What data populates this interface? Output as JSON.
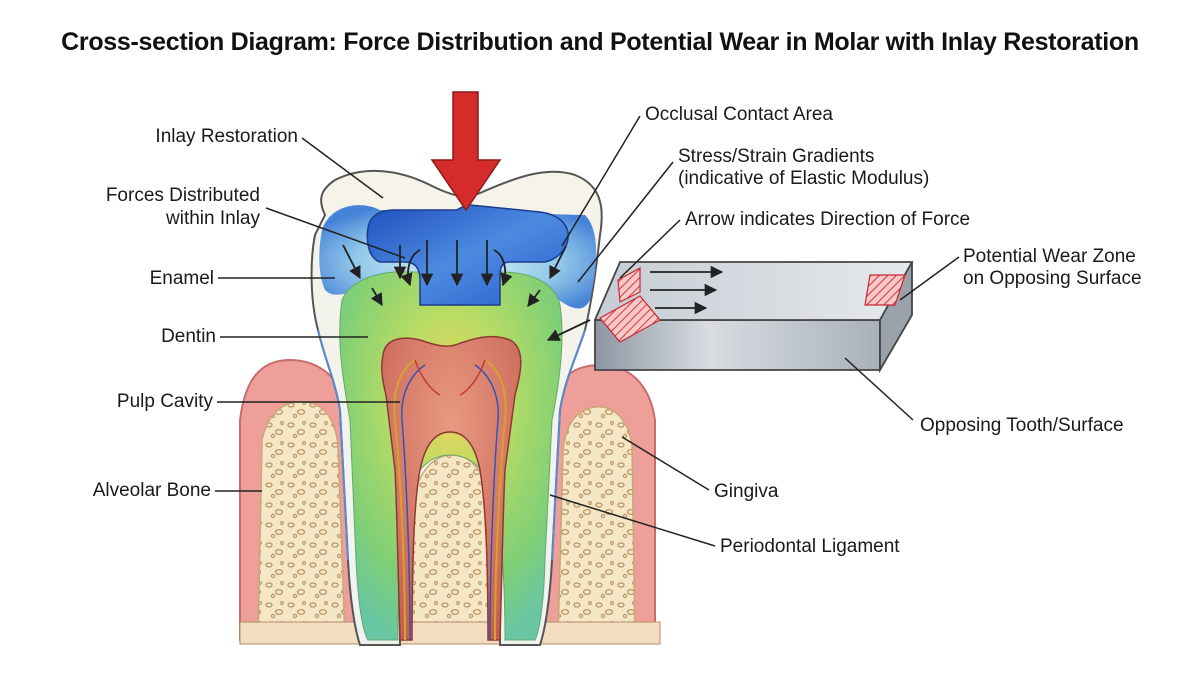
{
  "title": "Cross-section Diagram: Force Distribution and Potential Wear in Molar with Inlay Restoration",
  "labels": {
    "inlay_restoration": "Inlay Restoration",
    "forces_distributed_1": "Forces Distributed",
    "forces_distributed_2": "within Inlay",
    "enamel": "Enamel",
    "dentin": "Dentin",
    "pulp_cavity": "Pulp Cavity",
    "alveolar_bone": "Alveolar Bone",
    "occlusal_contact_area": "Occlusal Contact Area",
    "stress_strain_1": "Stress/Strain Gradients",
    "stress_strain_2": "(indicative of Elastic Modulus)",
    "arrow_direction": "Arrow indicates Direction of Force",
    "wear_zone_1": "Potential Wear Zone",
    "wear_zone_2": "on Opposing Surface",
    "opposing_tooth": "Opposing Tooth/Surface",
    "gingiva": "Gingiva",
    "periodontal_ligament": "Periodontal Ligament"
  },
  "colors": {
    "force_arrow": "#d62b2b",
    "inlay": "#2f63c9",
    "enamel": "#f4f1e6",
    "dentin": "#9ad46b",
    "pulp": "#cf6b5c",
    "gingiva": "#ee9a96",
    "bone": "#f4e2bd",
    "opposing_block": "#b9c0c8",
    "wear_zone": "#e0494b"
  }
}
